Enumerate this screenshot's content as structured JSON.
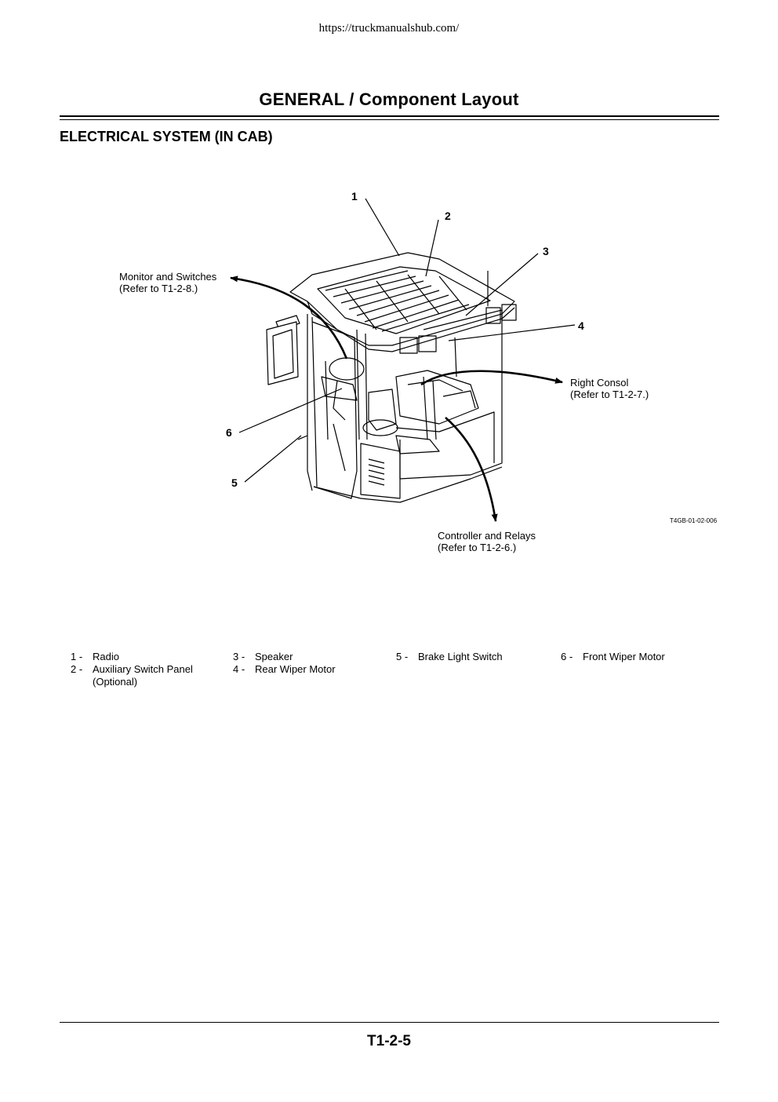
{
  "header": {
    "url": "https://truckmanualshub.com/"
  },
  "title": "GENERAL / Component Layout",
  "section": "ELECTRICAL SYSTEM (IN CAB)",
  "figure": {
    "id": "T4GB-01-02-006",
    "numbers": [
      "1",
      "2",
      "3",
      "4",
      "5",
      "6"
    ],
    "callouts": {
      "monitor": [
        "Monitor and Switches",
        "(Refer to T1-2-8.)"
      ],
      "right_consol": [
        "Right Consol",
        "(Refer to T1-2-7.)"
      ],
      "controller": [
        "Controller and Relays",
        "(Refer to T1-2-6.)"
      ]
    }
  },
  "legend": [
    {
      "num": "1 -",
      "label": "Radio",
      "label2": ""
    },
    {
      "num": "2 -",
      "label": "Auxiliary Switch Panel",
      "label2": "(Optional)"
    },
    {
      "num": "3 -",
      "label": "Speaker",
      "label2": ""
    },
    {
      "num": "4 -",
      "label": "Rear Wiper Motor",
      "label2": ""
    },
    {
      "num": "5 -",
      "label": "Brake Light Switch",
      "label2": ""
    },
    {
      "num": "6 -",
      "label": "Front Wiper Motor",
      "label2": ""
    }
  ],
  "footer": {
    "page": "T1-2-5"
  }
}
